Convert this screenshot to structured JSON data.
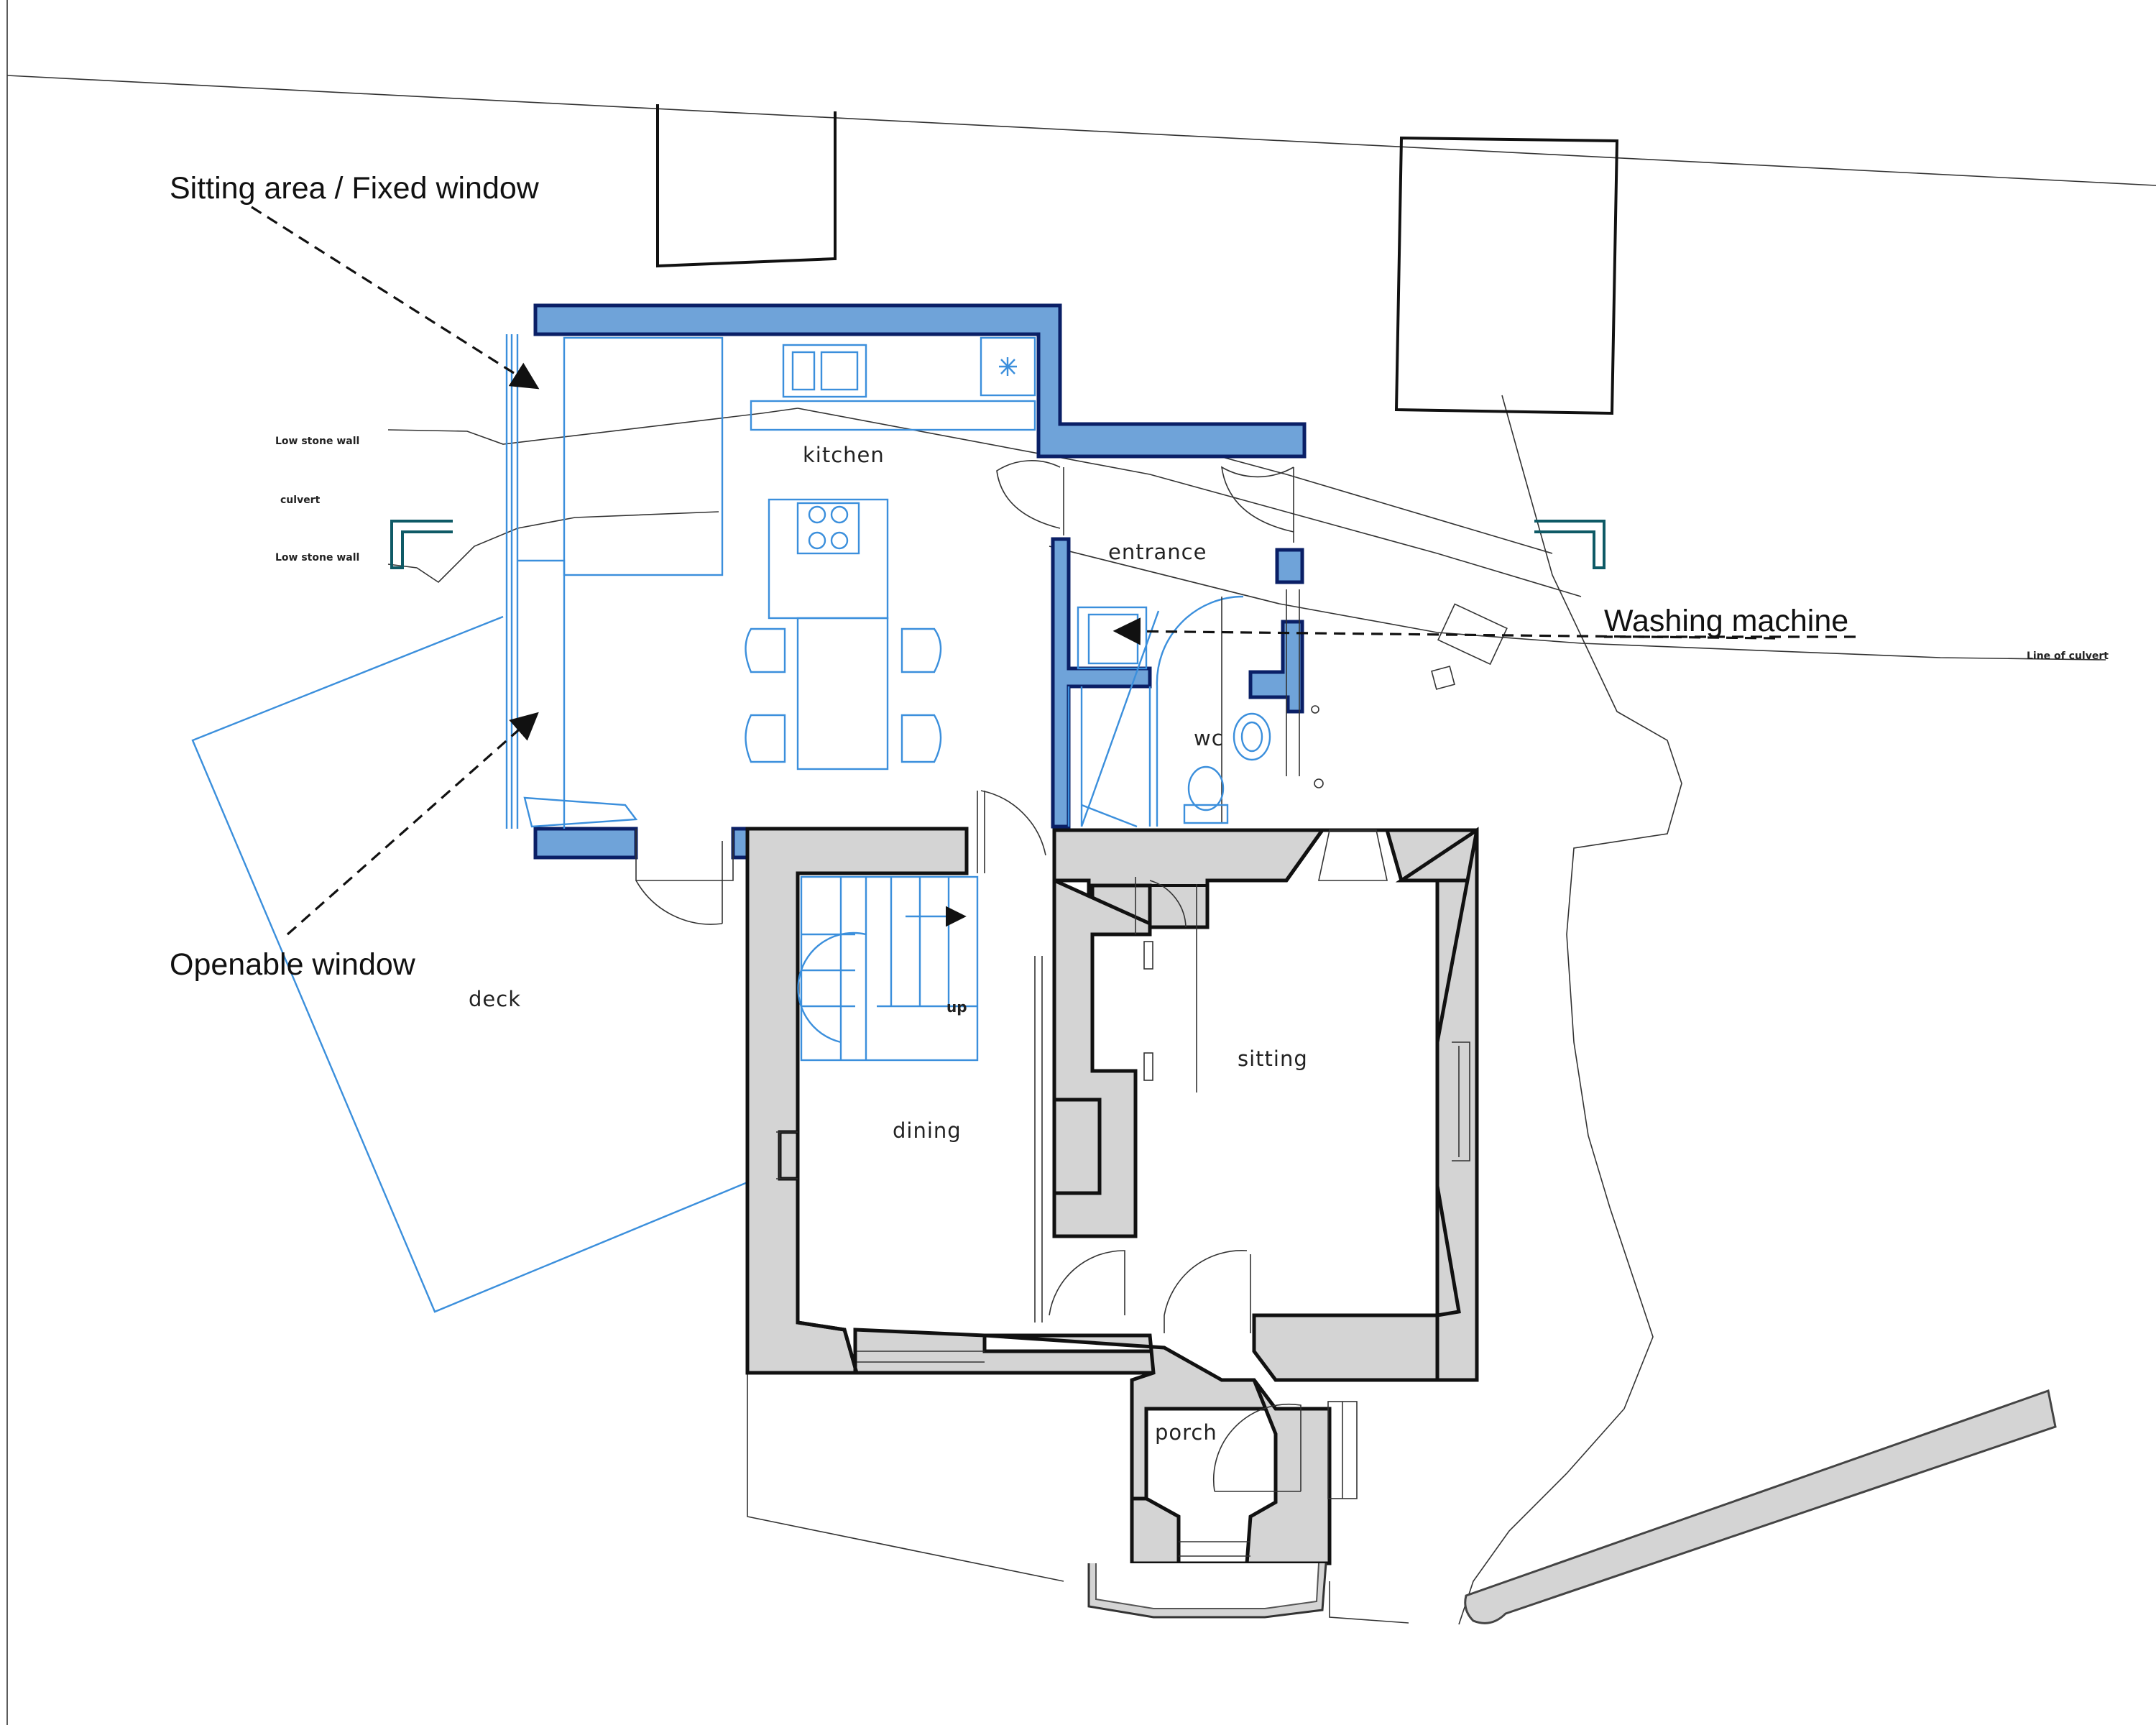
{
  "labels": {
    "kitchen": "kitchen",
    "entrance": "entrance",
    "wc": "wc",
    "dining": "dining",
    "sitting": "sitting",
    "porch": "porch",
    "deck": "deck",
    "up": "up"
  },
  "callouts": {
    "sitting_area": "Sitting area / Fixed window",
    "openable_window": "Openable window",
    "washing_machine": "Washing machine"
  },
  "site_notes": {
    "low_stone_wall_top": "Low stone wall",
    "culvert": "culvert",
    "low_stone_wall_bottom": "Low stone wall",
    "line_of_culvert": "Line of culvert"
  },
  "colors": {
    "new_wall_fill": "#6fa3d9",
    "new_wall_stroke": "#0a1f66",
    "fixture_line": "#3b8fdc",
    "existing_wall_fill": "#d4d4d4",
    "existing_wall_stroke": "#111111"
  }
}
